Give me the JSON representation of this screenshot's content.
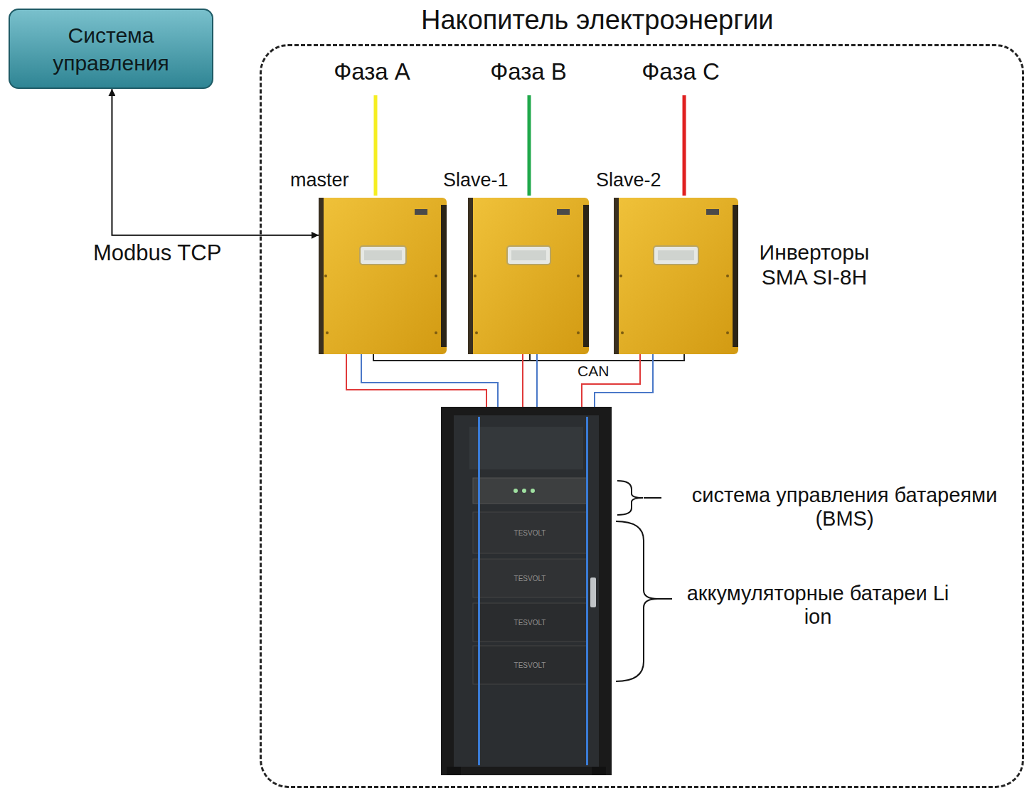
{
  "diagram": {
    "nodes": [
      {
        "text": [
          "Система управления"
        ]
      },
      {
        "text": [
          "Накопитель электроэнергии"
        ]
      },
      {
        "text": [
          "master"
        ],
        "in": 1
      },
      {
        "text": [
          "Slave-1"
        ],
        "in": 1
      },
      {
        "text": [
          "Slave-2"
        ],
        "in": 1
      }
    ],
    "edges": [
      {
        "from": 2,
        "to": 0,
        "arrow": "both",
        "label": "Modbus TCP"
      }
    ],
    "labels": [
      "Фаза А",
      "Фаза В",
      "Фаза С",
      "Инверторы SMA SI-8H",
      "CAN",
      "система управления батареями (BMS)",
      "аккумуляторные батареи Li ion",
      "TESVOLT",
      "TESVOLT",
      "TESVOLT",
      "TESVOLT"
    ]
  }
}
